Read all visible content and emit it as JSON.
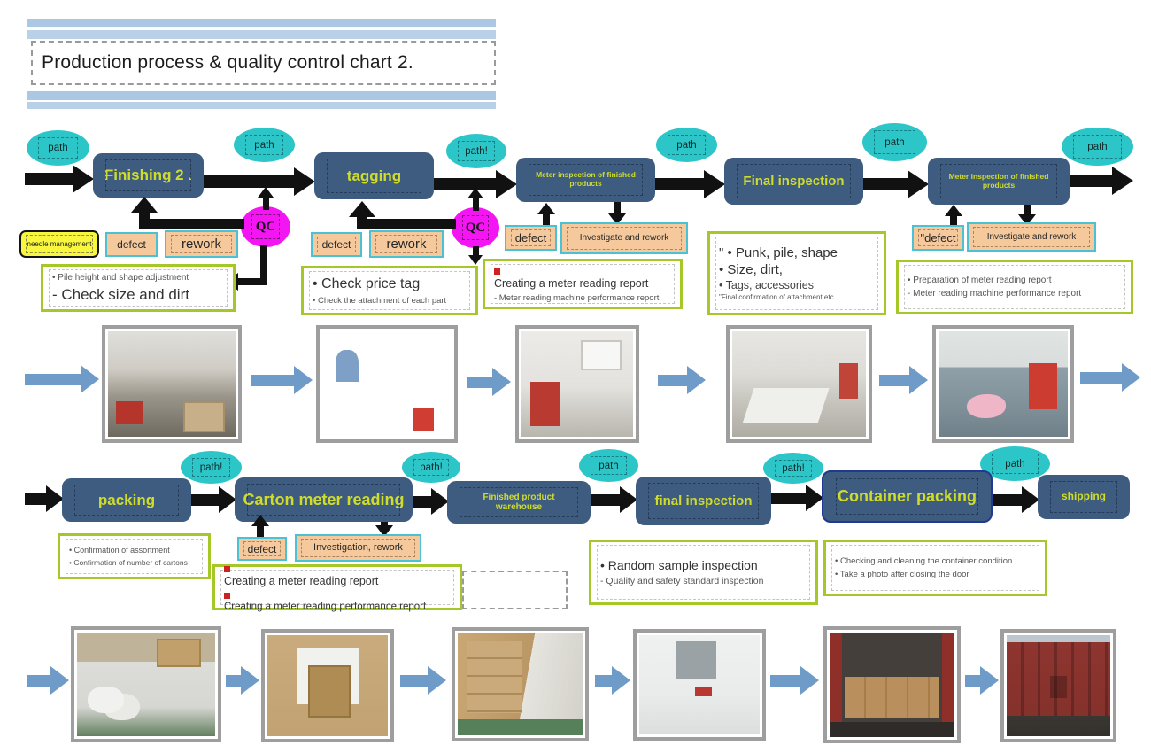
{
  "title": "Production process & quality control chart 2.",
  "colors": {
    "step_fill": "#3e5c80",
    "step_text": "#cfdc2c",
    "container_border": "#203a90",
    "path_ellipse": "#2cc5c8",
    "qc_node": "#f316f3",
    "tag_fill": "#f6c99d",
    "tag_border": "#4ac2d3",
    "needle_fill": "#f8f73d",
    "note_border": "#a5c828",
    "arrow_black": "#111111",
    "arrow_blue": "#6f9bc9",
    "stripe_blue": "#aac7e4",
    "photo_frame": "#9e9e9e"
  },
  "labels": {
    "qc": "QC",
    "needle": "needle management",
    "defect": "defect",
    "defect_quoted": "\"defect",
    "rework": "rework",
    "investigate": "Investigate and rework",
    "investigation": "Investigation, rework"
  },
  "flow1": {
    "paths": [
      "path",
      "path",
      "path!",
      "path",
      "path",
      "path"
    ],
    "steps": [
      "Finishing 2 .",
      "tagging",
      "Meter inspection of finished products",
      "Final inspection",
      "Meter inspection of finished products"
    ],
    "notes": {
      "finishing": [
        "• Pile height and shape adjustment",
        "- Check size and dirt"
      ],
      "tagging": [
        "• Check price tag",
        "• Check the attachment of each part"
      ],
      "meter1": [
        "Creating a meter reading report",
        "- Meter reading machine performance report"
      ],
      "final": [
        "\" • Punk, pile, shape",
        "• Size, dirt,",
        "• Tags, accessories",
        "\"Final confirmation of attachment etc."
      ],
      "meter2": [
        "• Preparation of meter reading report",
        "- Meter reading machine performance report"
      ]
    }
  },
  "flow2": {
    "paths": [
      "path!",
      "path!",
      "path",
      "path!",
      "path"
    ],
    "steps": [
      "packing",
      "Carton meter reading",
      "Finished product warehouse",
      "final inspection",
      "Container packing",
      "shipping"
    ],
    "notes": {
      "packing": [
        "• Confirmation of assortment",
        "• Confirmation of number of cartons"
      ],
      "carton": [
        "Creating a meter reading report",
        "Creating a meter reading performance report"
      ],
      "final": [
        "• Random sample inspection",
        "- Quality and safety standard inspection"
      ],
      "container": [
        "• Checking and cleaning the container condition",
        "• Take a photo after closing the door"
      ]
    }
  },
  "photos": {
    "row1": [
      "factory-floor-overview",
      "tagging-table-workers",
      "meter-inspection-room",
      "final-inspection-room",
      "plush-inspection-table"
    ],
    "row2": [
      "packing-worker-table",
      "carton-metal-detector",
      "carton-warehouse",
      "inspection-desk-tools",
      "container-loading-cartons",
      "container-doors-closed"
    ]
  }
}
